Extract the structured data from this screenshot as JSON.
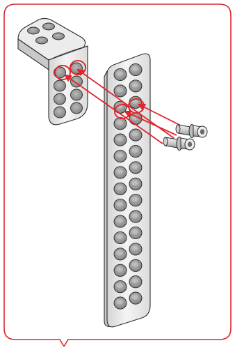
{
  "diagram": {
    "type": "assembly-instruction-step",
    "parts": [
      {
        "name": "l-bracket",
        "hole_rows": 4,
        "hole_columns": 2
      },
      {
        "name": "long-beam",
        "hole_rows": 15,
        "hole_columns": 2
      },
      {
        "name": "connector-peg",
        "count": 2
      }
    ],
    "insertion_arrows": 4,
    "colors": {
      "frame": "#d9262e",
      "highlight": "#e3242b",
      "part_fill": "#ececec",
      "part_shade": "#c9c9c9",
      "outline": "#2a2a2a",
      "hole_inner": "#9e9e9e"
    }
  }
}
